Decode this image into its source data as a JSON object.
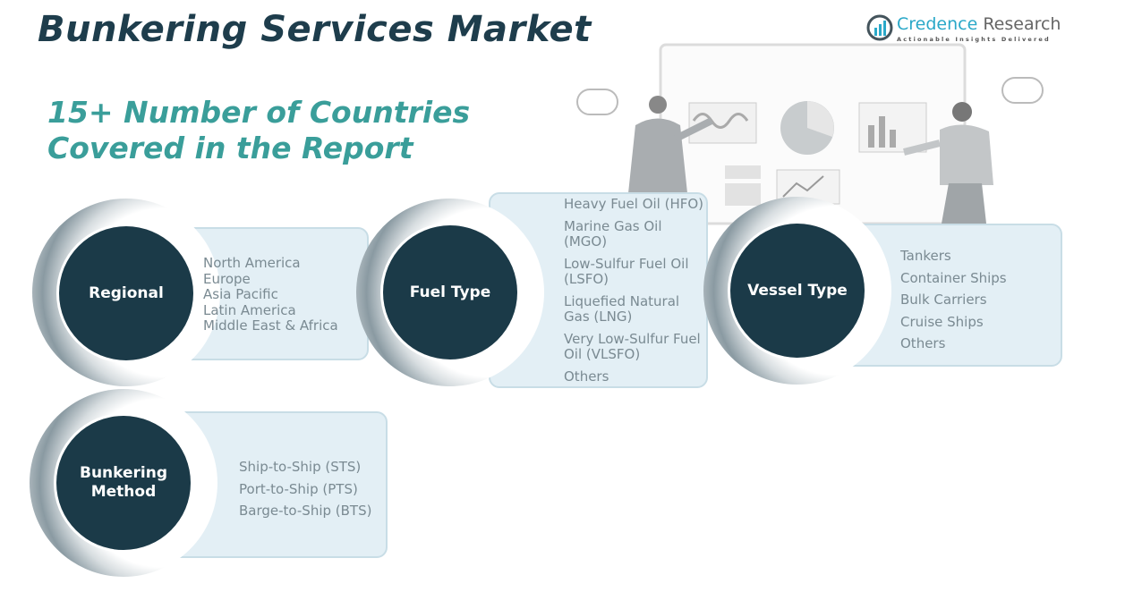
{
  "title": "Bunkering Services Market",
  "subtitle": [
    "15+ Number of Countries",
    "Covered in the Report"
  ],
  "logo": {
    "name_a": "Credence",
    "name_b": " Research",
    "tagline": "Actionable Insights Delivered"
  },
  "segments": [
    {
      "label": "Regional",
      "items": [
        "North America",
        "Europe",
        "Asia Pacific",
        "Latin America",
        "Middle East & Africa"
      ]
    },
    {
      "label": "Fuel Type",
      "items": [
        "Heavy Fuel Oil (HFO)",
        "Marine Gas Oil (MGO)",
        "Low-Sulfur Fuel Oil (LSFO)",
        "Liquefied Natural Gas (LNG)",
        "Very Low-Sulfur Fuel Oil (VLSFO)",
        "Others"
      ]
    },
    {
      "label": "Vessel Type",
      "items": [
        "Tankers",
        "Container Ships",
        "Bulk Carriers",
        "Cruise Ships",
        "Others"
      ]
    },
    {
      "label": "Bunkering Method",
      "items": [
        "Ship-to-Ship (STS)",
        "Port-to-Ship (PTS)",
        "Barge-to-Ship (BTS)"
      ]
    }
  ]
}
